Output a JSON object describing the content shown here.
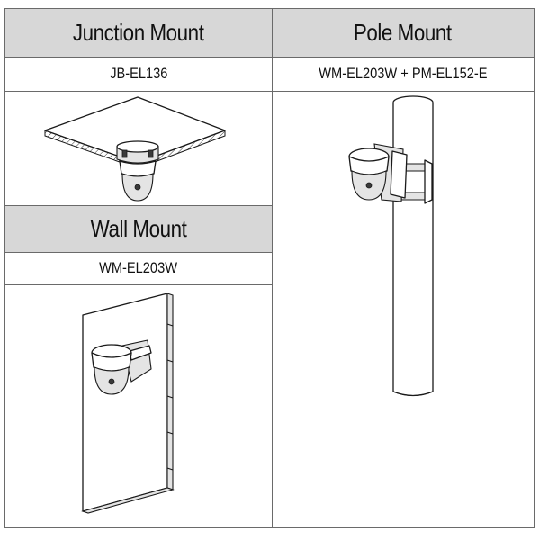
{
  "table": {
    "junction": {
      "title": "Junction Mount",
      "model": "JB-EL136"
    },
    "pole": {
      "title": "Pole Mount",
      "model": "WM-EL203W + PM-EL152-E"
    },
    "wall": {
      "title": "Wall Mount",
      "model": "WM-EL203W"
    }
  },
  "colors": {
    "header_fill": "#d7d7d7",
    "border": "#6a6a6a",
    "line_art": "#1a1a1a"
  },
  "illustrations": {
    "junction": "ceiling-junction-box-dome-camera",
    "pole": "pole-mounted-dome-camera",
    "wall": "wall-mounted-dome-camera"
  }
}
